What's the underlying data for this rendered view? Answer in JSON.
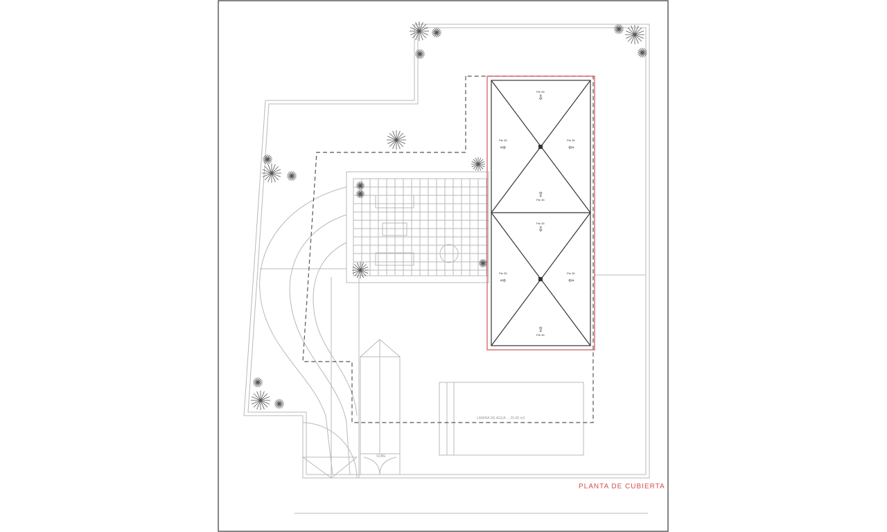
{
  "drawing": {
    "title": "PLANTA DE CUBIERTA",
    "slope_label": "Pte 35",
    "pool_label": "LÁMINA DE AGUA ... 20,00 m2",
    "stair_label": "SUBE",
    "colors": {
      "title": "#d05050",
      "roof_outline": "#d05050",
      "lines": "#b8b8b8"
    }
  }
}
